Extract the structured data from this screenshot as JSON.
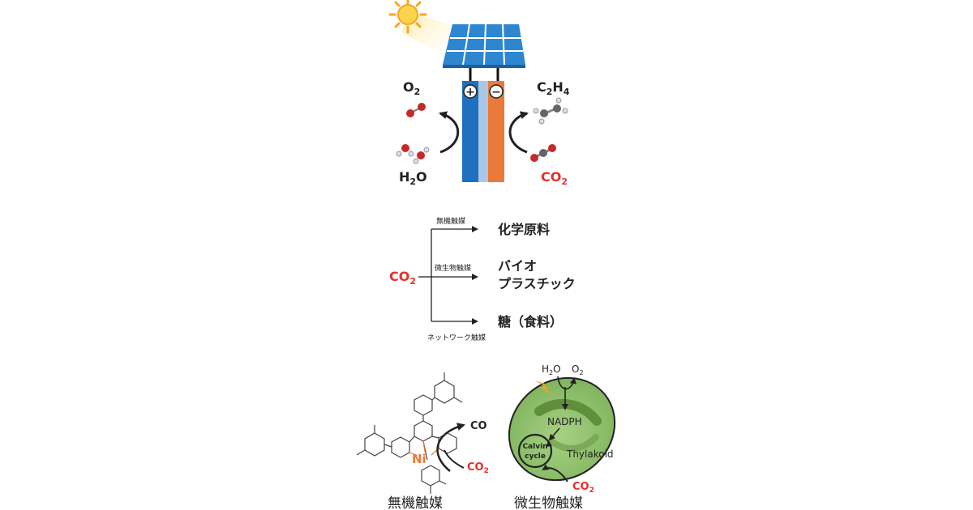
{
  "solar_cell": {
    "anode_symbol": "+",
    "cathode_symbol": "−",
    "left_top": {
      "base": "O",
      "sub": "2"
    },
    "left_bottom": {
      "base": "H",
      "sub": "2",
      "tail": "O"
    },
    "right_top": {
      "parts": [
        "C",
        "2",
        "H",
        "4"
      ]
    },
    "right_bottom": {
      "base": "CO",
      "sub": "2"
    }
  },
  "pathways": {
    "source": {
      "base": "CO",
      "sub": "2"
    },
    "branches": [
      {
        "catalyst": "無機触媒",
        "product": "化学原料"
      },
      {
        "catalyst": "微生物触媒",
        "product_line1": "バイオ",
        "product_line2": "プラスチック"
      },
      {
        "catalyst": "ネットワーク触媒",
        "product": "糖（食料）"
      }
    ]
  },
  "inorganic_catalyst": {
    "metal": "Ni",
    "product": "CO",
    "reactant": {
      "base": "CO",
      "sub": "2"
    },
    "caption": "無機触媒"
  },
  "microbial_catalyst": {
    "input": {
      "base": "H",
      "sub": "2",
      "tail": "O"
    },
    "output": {
      "base": "O",
      "sub": "2"
    },
    "nadph": "NADPH",
    "calvin_line1": "Calvin",
    "calvin_line2": "cycle",
    "thylakoid": "Thylakoid",
    "reactant": {
      "base": "CO",
      "sub": "2"
    },
    "caption": "微生物触媒"
  },
  "colors": {
    "red": "#e8302a",
    "blue_electrode": "#1f6fbf",
    "orange_electrode": "#e97a3a",
    "membrane": "#a9c8e8",
    "cell_green": "#8fc16f",
    "thylakoid_green": "#5f8f3a"
  }
}
